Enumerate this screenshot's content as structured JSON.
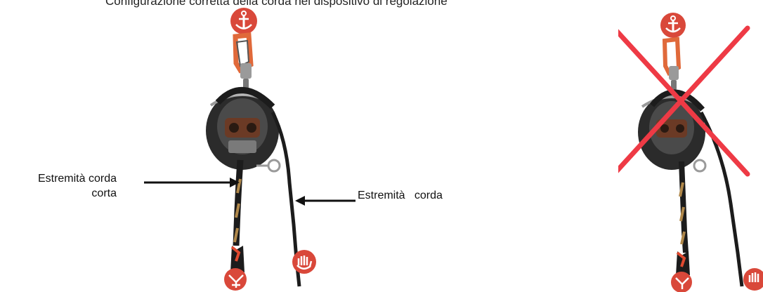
{
  "caption": {
    "top_text": "Configurazione corretta della corda nel dispositivo di regolazione"
  },
  "labels": {
    "short_end_line1": "Estremità corda",
    "short_end_line2": "corta",
    "long_end": "Estremità   corda"
  },
  "colors": {
    "badge_red": "#d9483a",
    "cross_red": "#ee3a45",
    "rope_black": "#1c1c1c",
    "metal_gray": "#9a9a9a",
    "carabiner_orange": "#e0693a",
    "device_dark": "#2b2b2b",
    "cam_brown": "#6b3a25"
  },
  "icons": {
    "anchor": "anchor-icon",
    "hand": "hand-icon",
    "person": "climber-icon"
  }
}
